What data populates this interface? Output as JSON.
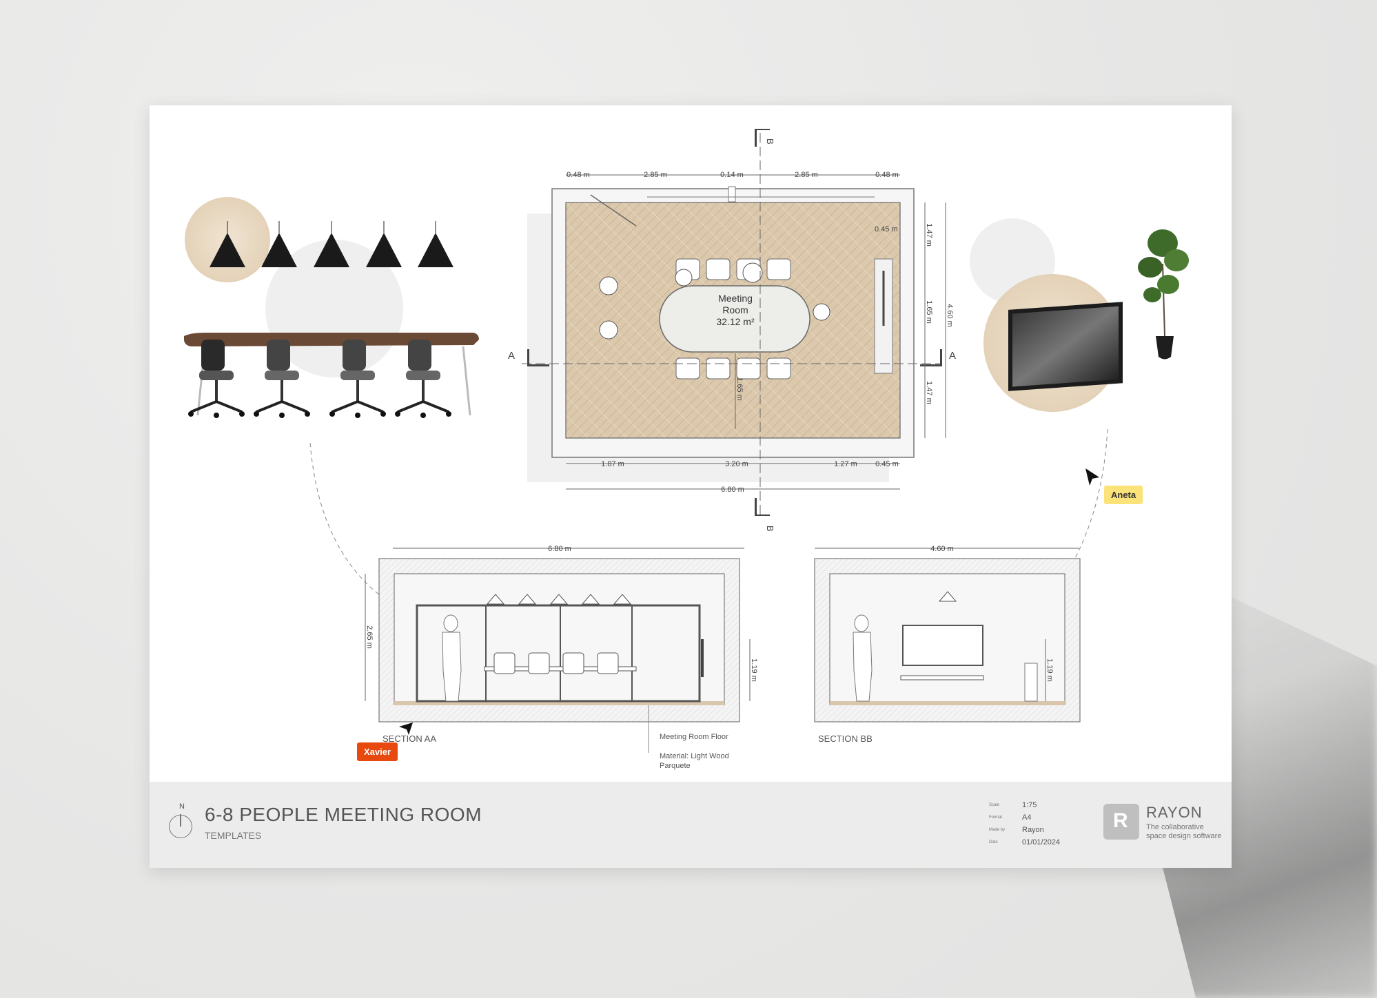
{
  "plan": {
    "room_name": "Meeting",
    "room_name_2": "Room",
    "room_area": "32.12 m²",
    "section_marker_a": "A",
    "section_marker_b": "B",
    "dims_top": [
      "0.48 m",
      "2.85 m",
      "0.14 m",
      "2.85 m",
      "0.48 m"
    ],
    "dims_right_inner": [
      "1.47 m",
      "1.65 m",
      "1.47 m"
    ],
    "dims_right_outer": "4.60 m",
    "dim_window_offset": "0.45 m",
    "dims_bottom": [
      "1.87 m",
      "3.20 m",
      "1.27 m",
      "0.45 m"
    ],
    "dim_total_width": "6.80 m",
    "dim_table_center": "1.65 m"
  },
  "section_aa": {
    "label": "SECTION AA",
    "width": "6.80 m",
    "height": "2.65 m",
    "screen_height": "1.19 m"
  },
  "section_bb": {
    "label": "SECTION BB",
    "width": "4.60 m",
    "screen_height": "1.19 m"
  },
  "notes": {
    "floor": "Meeting Room Floor",
    "material_1": "Material: Light Wood",
    "material_2": "Parquete"
  },
  "titleblock": {
    "title": "6-8 PEOPLE MEETING ROOM",
    "subtitle": "TEMPLATES",
    "north": "N",
    "meta": [
      {
        "key": "Scale",
        "value": "1:75"
      },
      {
        "key": "Format",
        "value": "A4"
      },
      {
        "key": "Made by",
        "value": "Rayon"
      },
      {
        "key": "Date",
        "value": "01/01/2024"
      }
    ],
    "brand_name": "RAYON",
    "brand_tagline_1": "The collaborative",
    "brand_tagline_2": "space design software"
  },
  "collaborators": {
    "xavier": "Xavier",
    "aneta": "Aneta"
  },
  "colors": {
    "wood": "#d9c7ad",
    "wood_light": "#e8dcc9",
    "xavier": "#e8490f",
    "aneta": "#fbe37a"
  }
}
